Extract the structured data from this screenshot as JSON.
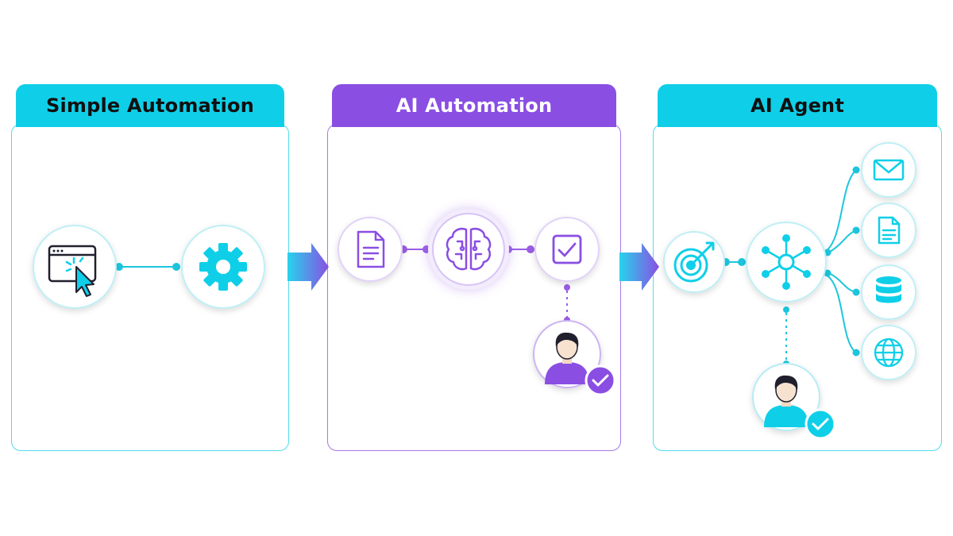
{
  "panels": [
    {
      "title": "Simple Automation",
      "theme": "#0fcfe8"
    },
    {
      "title": "AI Automation",
      "theme": "#8a4ee3"
    },
    {
      "title": "AI Agent",
      "theme": "#0fcfe8"
    }
  ],
  "colors": {
    "cyan": "#0fcfe8",
    "cyan_line": "#1cc6de",
    "purple": "#8a4ee3",
    "purple_line": "#9b5de5",
    "dark": "#1f1f2e"
  },
  "icons": {
    "simple": [
      "browser-click-icon",
      "gear-icon"
    ],
    "ai_automation": [
      "document-icon",
      "brain-icon",
      "checkbox-icon",
      "user-approval-icon"
    ],
    "ai_agent": [
      "target-icon",
      "network-hub-icon",
      "email-icon",
      "document-icon",
      "database-icon",
      "globe-icon",
      "user-approval-icon"
    ]
  }
}
